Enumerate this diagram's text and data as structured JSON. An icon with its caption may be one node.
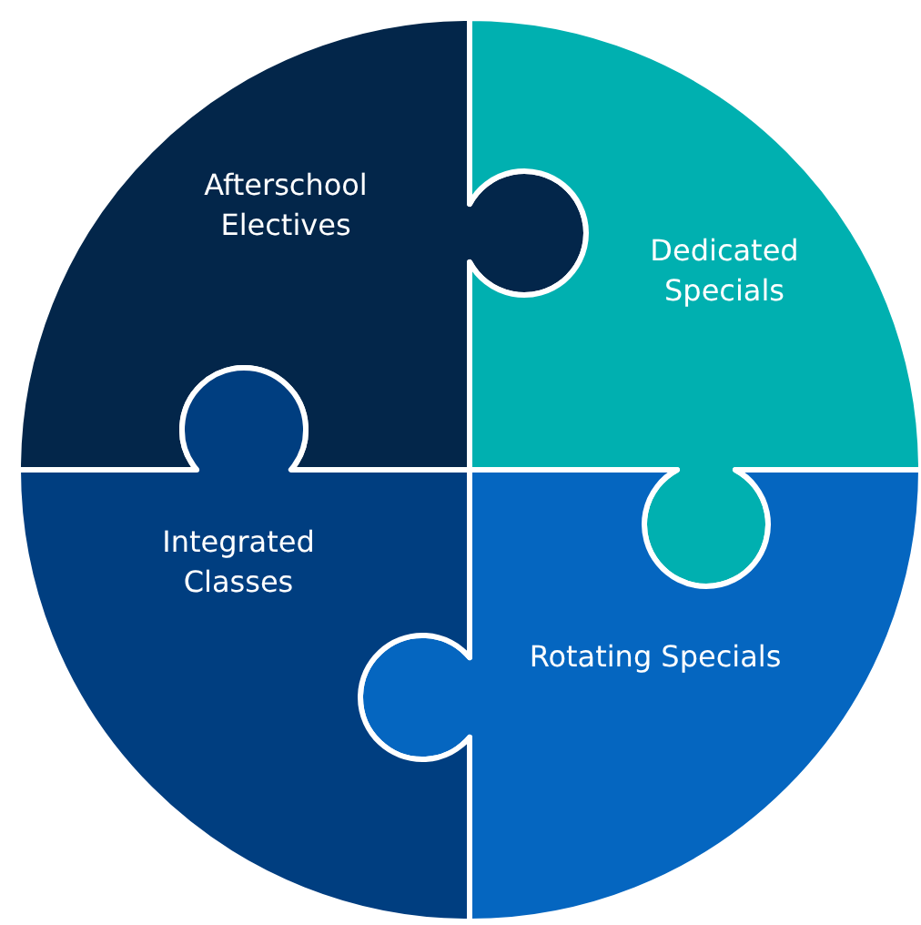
{
  "diagram": {
    "nodes": [
      {
        "text": [
          "Afterschool Electives"
        ]
      },
      {
        "text": [
          "Dedicated Specials"
        ]
      },
      {
        "text": [
          "Rotating Specials"
        ]
      },
      {
        "text": [
          "Integrated Classes"
        ]
      }
    ]
  }
}
